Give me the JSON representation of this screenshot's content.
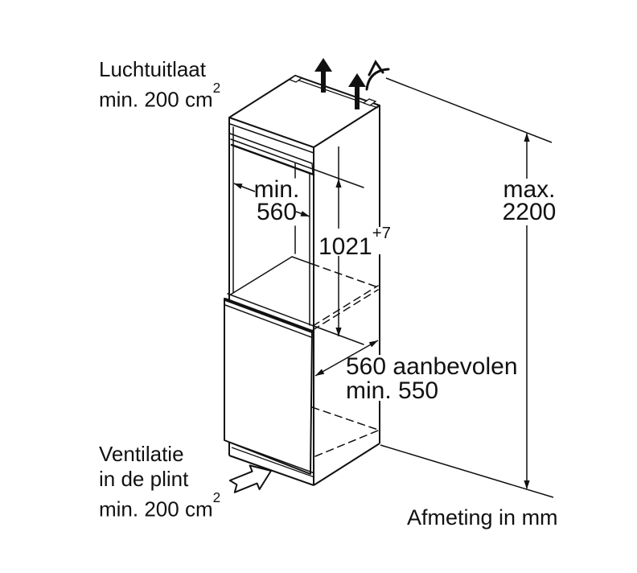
{
  "diagram_title": "built-in appliance niche installation drawing",
  "labels": {
    "air_outlet": {
      "line1": "Luchtuitlaat",
      "line2": "min. 200 cm",
      "sup": "2"
    },
    "plinth_vent": {
      "line1": "Ventilatie",
      "line2": "in de plint",
      "line3": "min. 200 cm",
      "sup": "2"
    },
    "units_note": "Afmeting in mm"
  },
  "dimensions": {
    "niche_width": {
      "line1": "min.",
      "line2": "560"
    },
    "niche_height": {
      "value": "1021",
      "tolerance": "+7"
    },
    "max_height": {
      "line1": "max.",
      "line2": "2200"
    },
    "depth": {
      "line1": "560 aanbevolen",
      "line2": "min. 550"
    }
  },
  "colors": {
    "line": "#111111",
    "background": "#ffffff"
  }
}
